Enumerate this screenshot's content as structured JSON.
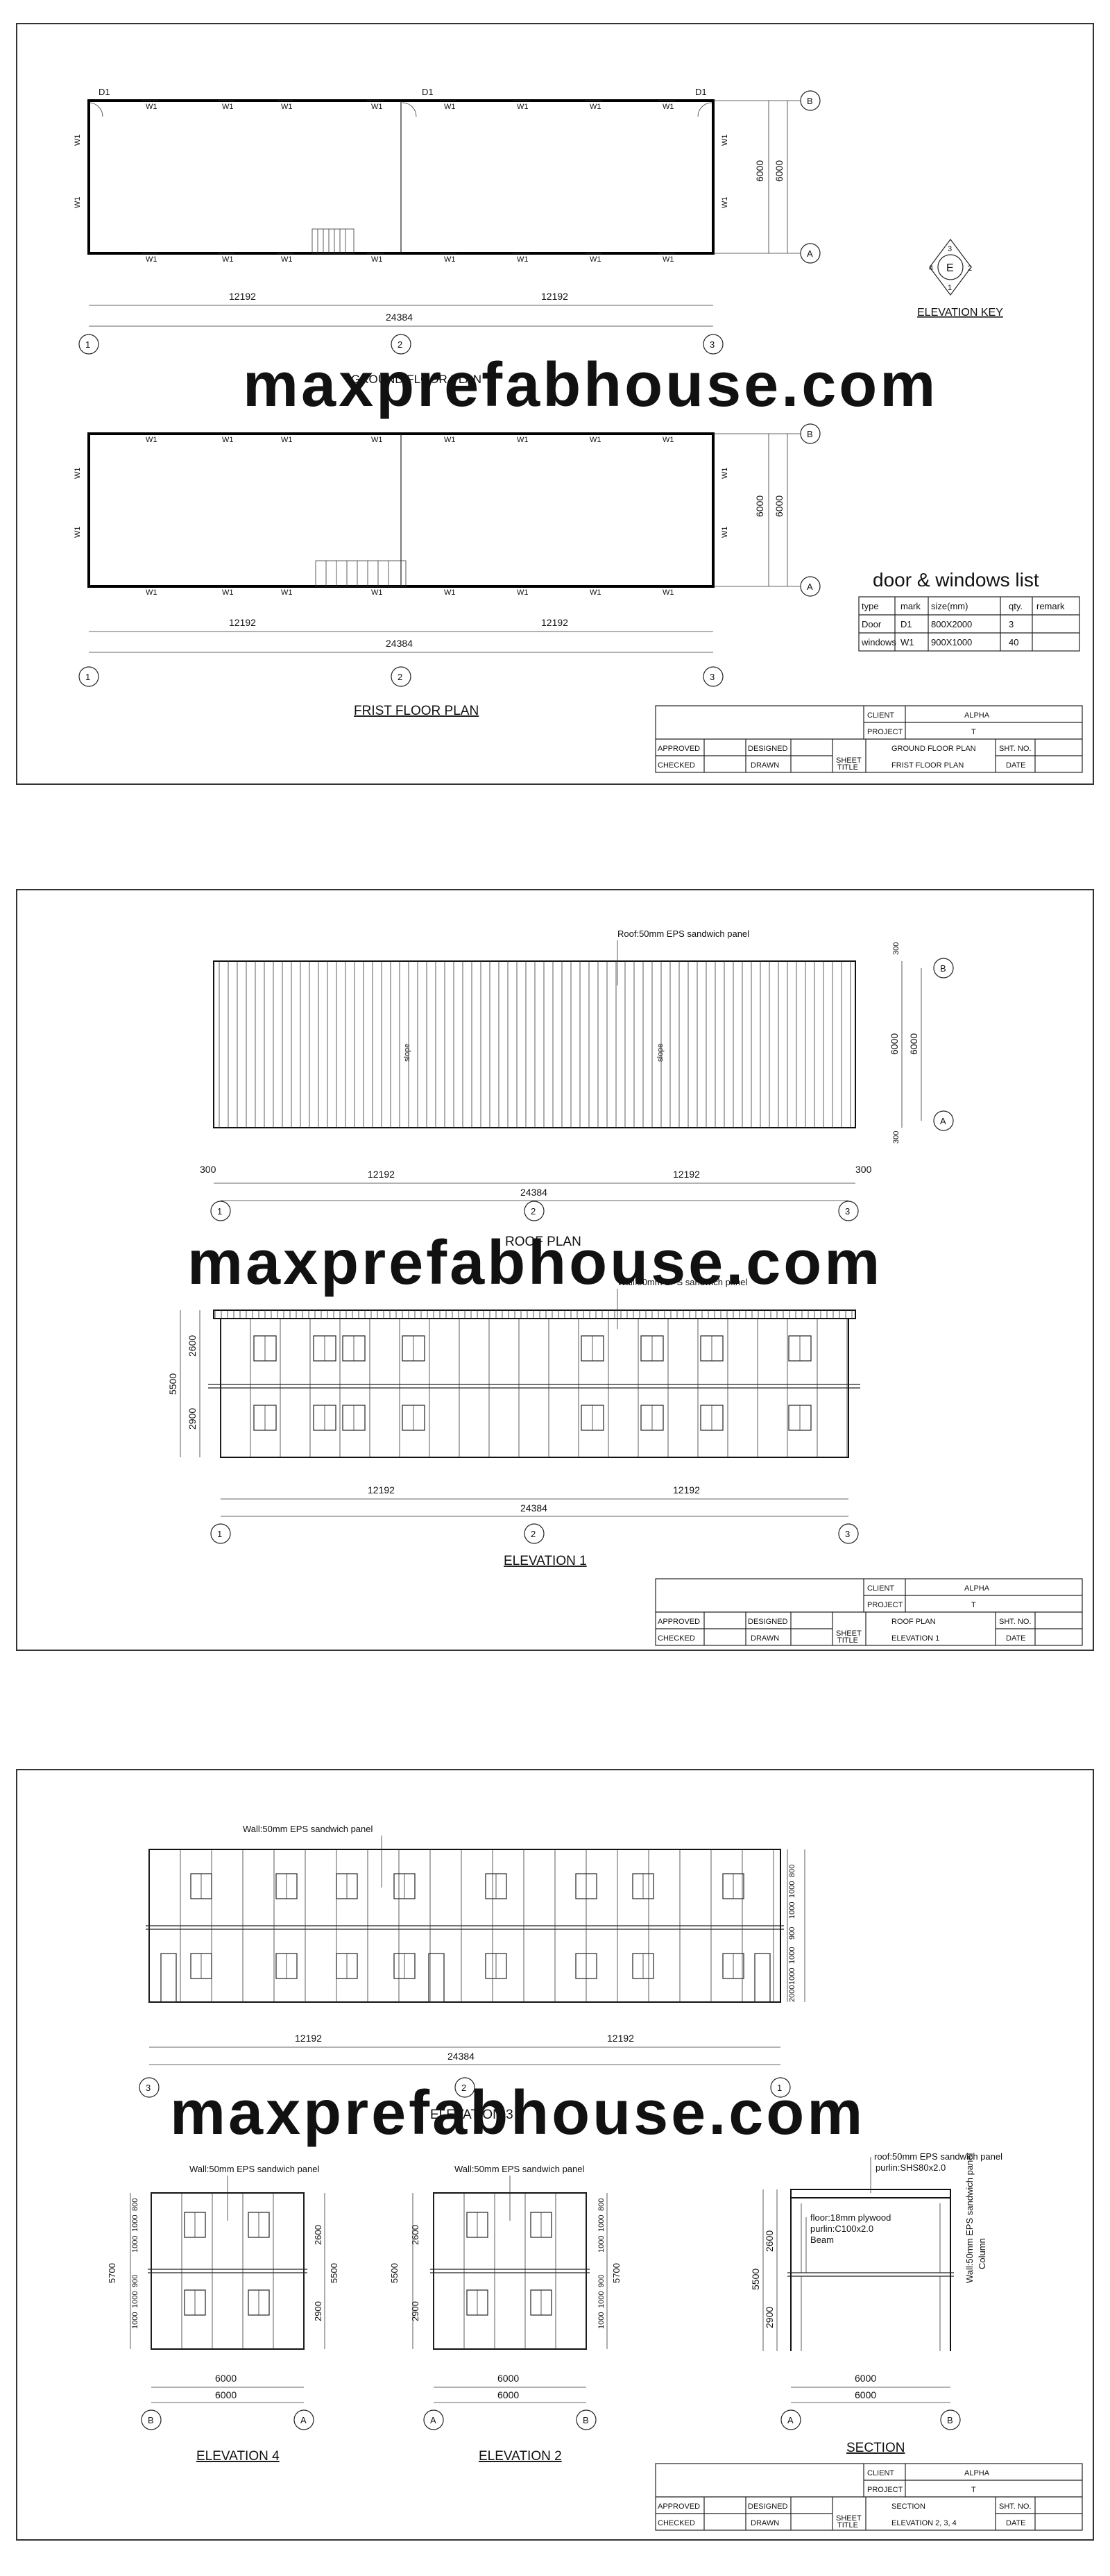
{
  "watermark": "maxprefabhouse.com",
  "sheet1": {
    "ground_title": "GROUND FLOOR PLAN",
    "first_title": "FRIST FLOOR PLAN",
    "elevation_key": "ELEVATION KEY",
    "key_center": "E",
    "key_numbers": [
      "1",
      "2",
      "3",
      "4"
    ],
    "door_mark": "D1",
    "window_mark": "W1",
    "grid_numbers": [
      "1",
      "2",
      "3"
    ],
    "grid_letters": [
      "A",
      "B"
    ],
    "dim_half": "12192",
    "dim_total": "24384",
    "dim_depth": "6000",
    "dw_list_title": "door & windows list",
    "dw_headers": [
      "type",
      "mark",
      "size(mm)",
      "qty.",
      "remark"
    ],
    "dw_rows": [
      [
        "Door",
        "D1",
        "800X2000",
        "3",
        ""
      ],
      [
        "windows",
        "W1",
        "900X1000",
        "40",
        ""
      ]
    ],
    "tb": {
      "client_value": "ALPHA",
      "project_value": "T",
      "title_line1": "GROUND FLOOR PLAN",
      "title_line2": "FRIST FLOOR PLAN",
      "date": "DATE"
    }
  },
  "sheet2": {
    "roof_note": "Roof:50mm EPS sandwich panel",
    "slope": "slope",
    "roof_title": "ROOF PLAN",
    "wall_note": "Wall:50mm EPS sandwich panel",
    "elev1_title": "ELEVATION 1",
    "dim_300": "300",
    "dim_half": "12192",
    "dim_total": "24384",
    "dim_depth": "6000",
    "dim_5500": "5500",
    "dim_2600": "2600",
    "dim_2900": "2900",
    "grid_numbers": [
      "1",
      "2",
      "3"
    ],
    "grid_letters": [
      "A",
      "B"
    ],
    "tb": {
      "client_value": "ALPHA",
      "project_value": "T",
      "title_line1": "ROOF PLAN",
      "title_line2": "ELEVATION 1",
      "date": "DATE"
    }
  },
  "sheet3": {
    "wall_note": "Wall:50mm EPS sandwich panel",
    "elev3_title": "ELEVATION 3",
    "elev4_title": "ELEVATION 4",
    "elev2_title": "ELEVATION 2",
    "section_title": "SECTION",
    "roof_notes": [
      "roof:50mm EPS sandwich panel",
      "purlin:SHS80x2.0"
    ],
    "floor_notes": [
      "floor:18mm plywood",
      "purlin:C100x2.0",
      "Beam"
    ],
    "wall_side_note": "Wall:50mm EPS sandwich panel",
    "column_note": "Column",
    "dim_half": "12192",
    "dim_total": "24384",
    "dim_6000": "6000",
    "dim_5500": "5500",
    "dim_5700": "5700",
    "dim_2600": "2600",
    "dim_2900": "2900",
    "dim_stack": [
      "800",
      "1000",
      "1000",
      "900",
      "1000",
      "1000"
    ],
    "dim_2000": "2000",
    "grid_numbers": [
      "3",
      "2",
      "1"
    ],
    "grid_letters": [
      "A",
      "B"
    ],
    "tb": {
      "client_value": "ALPHA",
      "project_value": "T",
      "title_line1": "SECTION",
      "title_line2": "ELEVATION 2, 3, 4",
      "date": "DATE"
    }
  },
  "titleblock_labels": {
    "client": "CLIENT",
    "project": "PROJECT",
    "approved": "APPROVED",
    "designed": "DESIGNED",
    "checked": "CHECKED",
    "drawn": "DRAWN",
    "sheet": "SHEET",
    "title": "TITLE",
    "sht_no": "SHT. NO."
  }
}
